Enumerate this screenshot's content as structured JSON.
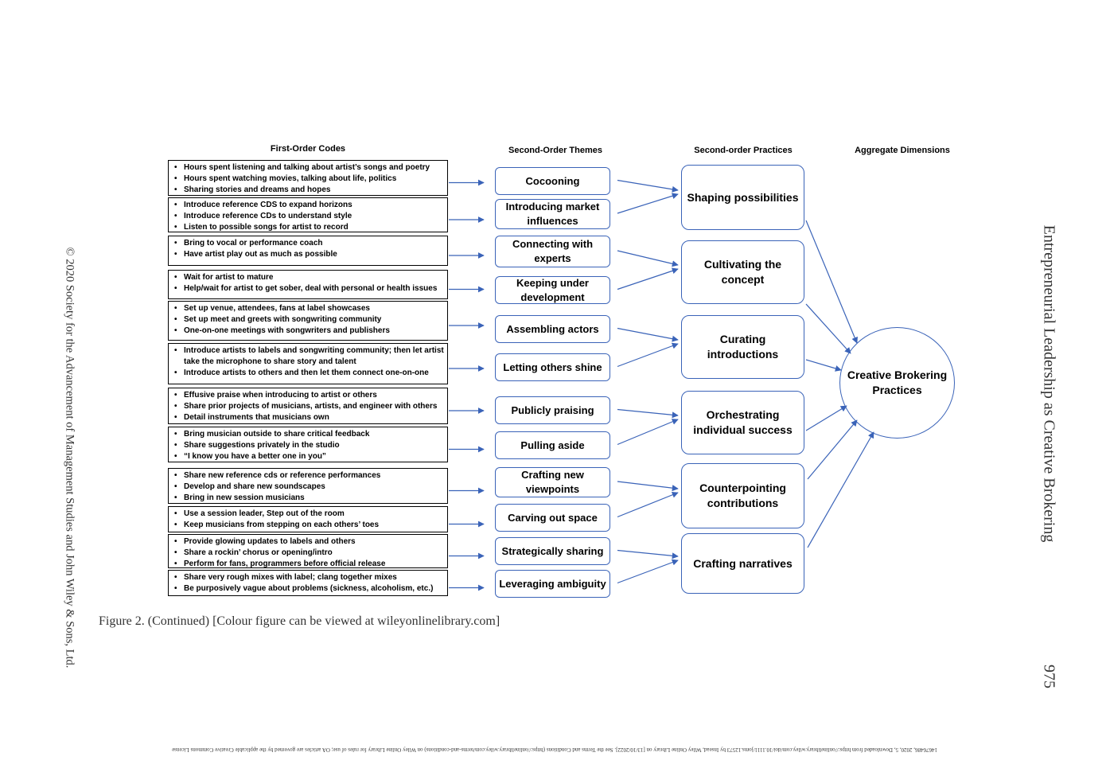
{
  "headers": {
    "first_order": "First-Order Codes",
    "second_order_themes": "Second-Order Themes",
    "second_order_practices": "Second-order Practices",
    "aggregate": "Aggregate Dimensions"
  },
  "codes": [
    [
      "Hours spent listening and talking about artist’s songs and poetry",
      "Hours spent watching movies, talking about life, politics",
      "Sharing stories and dreams and hopes"
    ],
    [
      "Introduce reference CDS to expand horizons",
      "Introduce reference CDs to understand style",
      "Listen to possible songs for artist to record"
    ],
    [
      "Bring to vocal or performance coach",
      "Have artist play out as much as possible"
    ],
    [
      "Wait for artist to mature",
      "Help/wait for artist to get sober, deal with personal or health issues"
    ],
    [
      "Set up venue, attendees, fans at label showcases",
      "Set up meet and greets with songwriting community",
      "One-on-one meetings with songwriters and publishers"
    ],
    [
      "Introduce artists to labels and songwriting community; then let artist take the microphone to share story and talent",
      "Introduce artists to others and then let them connect one-on-one"
    ],
    [
      "Effusive praise when introducing to artist or others",
      "Share prior projects of musicians, artists, and engineer with others",
      "Detail instruments that musicians own"
    ],
    [
      "Bring musician outside to share critical feedback",
      "Share suggestions privately in the studio",
      "“I know you have a better one in you”"
    ],
    [
      "Share new reference cds or reference performances",
      "Develop and share new soundscapes",
      "Bring in new session musicians"
    ],
    [
      "Use a session leader, Step out of the room",
      "Keep musicians from stepping on each others’ toes"
    ],
    [
      "Provide glowing updates to labels and others",
      "Share a rockin’ chorus or opening/intro",
      "Perform for fans, programmers before official release"
    ],
    [
      "Share very rough mixes with label; clang together mixes",
      "Be purposively vague about problems (sickness, alcoholism, etc.)"
    ]
  ],
  "themes": [
    "Cocooning",
    "Introducing market influences",
    "Connecting with experts",
    "Keeping under development",
    "Assembling actors",
    "Letting others shine",
    "Publicly praising",
    "Pulling aside",
    "Crafting new viewpoints",
    "Carving out space",
    "Strategically sharing",
    "Leveraging ambiguity"
  ],
  "practices": [
    "Shaping possibilities",
    "Cultivating the concept",
    "Curating introductions",
    "Orchestrating individual success",
    "Counterpointing contributions",
    "Crafting narratives"
  ],
  "aggregate": "Creative Brokering Practices",
  "caption": "Figure 2. (Continued) [Colour figure can be viewed at wileyonlinelibrary.com]",
  "copyright": "© 2020 Society for the Advancement of Management Studies and John Wiley & Sons, Ltd.",
  "running_title": "Entrepreneurial Leadership as Creative Brokering",
  "page_number": "975",
  "footer": "14676486, 2020, 5, Downloaded from https://onlinelibrary.wiley.com/doi/10.1111/joms.12573 by Insead, Wiley Online Library on [13/10/2022]. See the Terms and Conditions (https://onlinelibrary.wiley.com/terms-and-conditions) on Wiley Online Library for rules of use; OA articles are governed by the applicable Creative Commons License",
  "colors": {
    "arrow": "#3a63b8",
    "box_border": "#000000",
    "theme_border": "#3a63b8"
  }
}
